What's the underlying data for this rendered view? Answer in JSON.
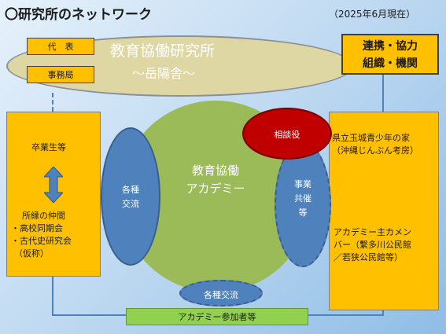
{
  "header": {
    "title": "〇研究所のネットワーク",
    "date": "（2025年6月現在）"
  },
  "institute": {
    "name": "教育協働研究所",
    "subtitle": "～岳陽舎～",
    "roles": [
      "代　表",
      "事務局"
    ]
  },
  "partners_box": {
    "line1": "連携・協力",
    "line2": "組織・機関"
  },
  "left_panel": {
    "graduates": "卒業生等",
    "group_title": "所縁の仲間",
    "items": [
      "・高校同期会",
      "・古代史研究会",
      "（仮称）"
    ]
  },
  "right_panel": {
    "line1": "県立玉城青少年の家",
    "line2": "（沖縄じんぶん考房）",
    "member_lines": [
      "アカデミー主カメン",
      "バー（繫多川公民館",
      "／若狭公民館等）"
    ]
  },
  "academy": {
    "name_line1": "教育協働",
    "name_line2": "アカデミー",
    "consult": "相談役",
    "exchange_left": [
      "各種",
      "交流"
    ],
    "cosponsor": [
      "事業",
      "共催",
      "等"
    ],
    "exchange_bottom": "各種交流",
    "participants": "アカデミー参加者等"
  },
  "colors": {
    "banner": "#ded7a4",
    "orange": "#ffc000",
    "circle": "#9bbb59",
    "blue": "#4f81bd",
    "red": "#c00000",
    "green": "#92d050"
  }
}
